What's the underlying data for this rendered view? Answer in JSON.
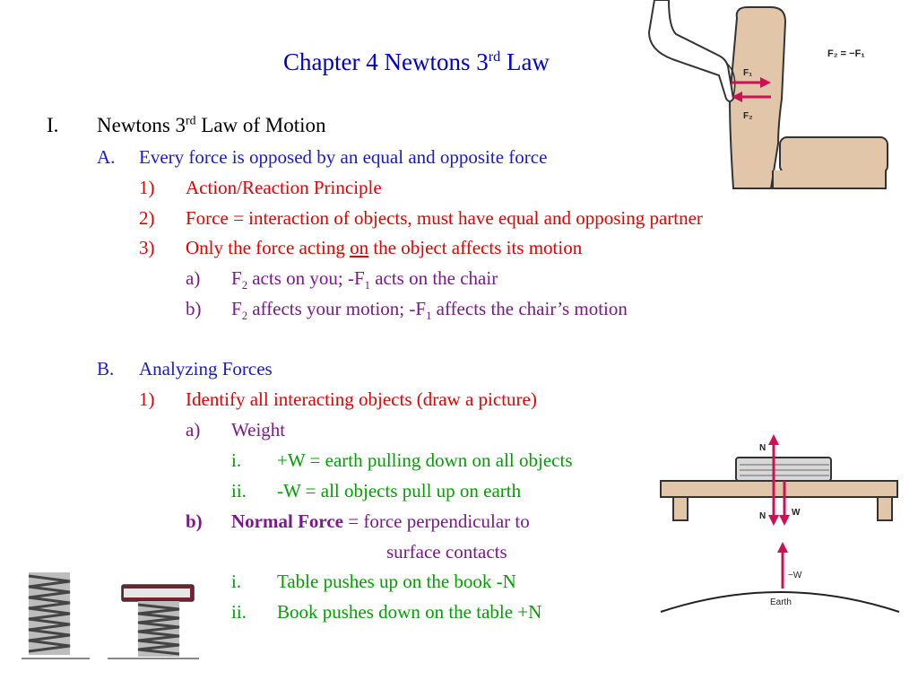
{
  "title": {
    "main": "Chapter 4 Newtons 3",
    "sup": "rd",
    "tail": " Law"
  },
  "section_I": {
    "marker": "I.",
    "text_pre": "Newtons 3",
    "sup": "rd",
    "text_post": " Law of Motion"
  },
  "A": {
    "marker": "A.",
    "text": "Every force is opposed by an equal and opposite force"
  },
  "A1": {
    "marker": "1)",
    "text": "Action/Reaction Principle"
  },
  "A2": {
    "marker": "2)",
    "text": "Force = interaction of objects, must have equal and opposing partner"
  },
  "A3": {
    "marker": "3)",
    "pre": "Only the force acting ",
    "underline": "on",
    "post": " the object affects its motion"
  },
  "A3a": {
    "marker": "a)",
    "p1": "F",
    "s1": "2",
    "p2": " acts on you; -F",
    "s2": "1",
    "p3": " acts on the chair"
  },
  "A3b": {
    "marker": "b)",
    "p1": "F",
    "s1": "2",
    "p2": " affects your motion; -F",
    "s2": "1",
    "p3": " affects the chair’s motion"
  },
  "B": {
    "marker": "B.",
    "text": "Analyzing Forces"
  },
  "B1": {
    "marker": "1)",
    "text": "Identify all interacting objects (draw a picture)"
  },
  "B1a": {
    "marker": "a)",
    "text": "Weight"
  },
  "B1a_i": {
    "marker": "i.",
    "text": "+W = earth pulling down on all objects"
  },
  "B1a_ii": {
    "marker": "ii.",
    "text": "-W = all objects pull up on earth"
  },
  "B1b": {
    "marker": "b)",
    "bold": "Normal Force",
    "rest": " = force perpendicular to",
    "cont": "surface contacts"
  },
  "B1b_i": {
    "marker": "i.",
    "text": "Table pushes up on the book -N"
  },
  "B1b_ii": {
    "marker": "ii.",
    "text": "Book pushes down on the table +N"
  },
  "chair_figure": {
    "equation": "F₂ = −F₁",
    "f1": "F₁",
    "f2": "F₂"
  },
  "table_figure": {
    "n_top": "N",
    "n_bottom": "N",
    "w": "W",
    "neg_w": "−W",
    "earth": "Earth"
  },
  "colors": {
    "title": "#0000cc",
    "level_A": "#1a1acc",
    "level_1": "#e60000",
    "level_a": "#7a1a8a",
    "level_i": "#00a000",
    "arrow": "#cc1155"
  },
  "icons": [
    "chair-figure",
    "table-book-figure",
    "spring-figure",
    "spring-with-book-figure"
  ]
}
